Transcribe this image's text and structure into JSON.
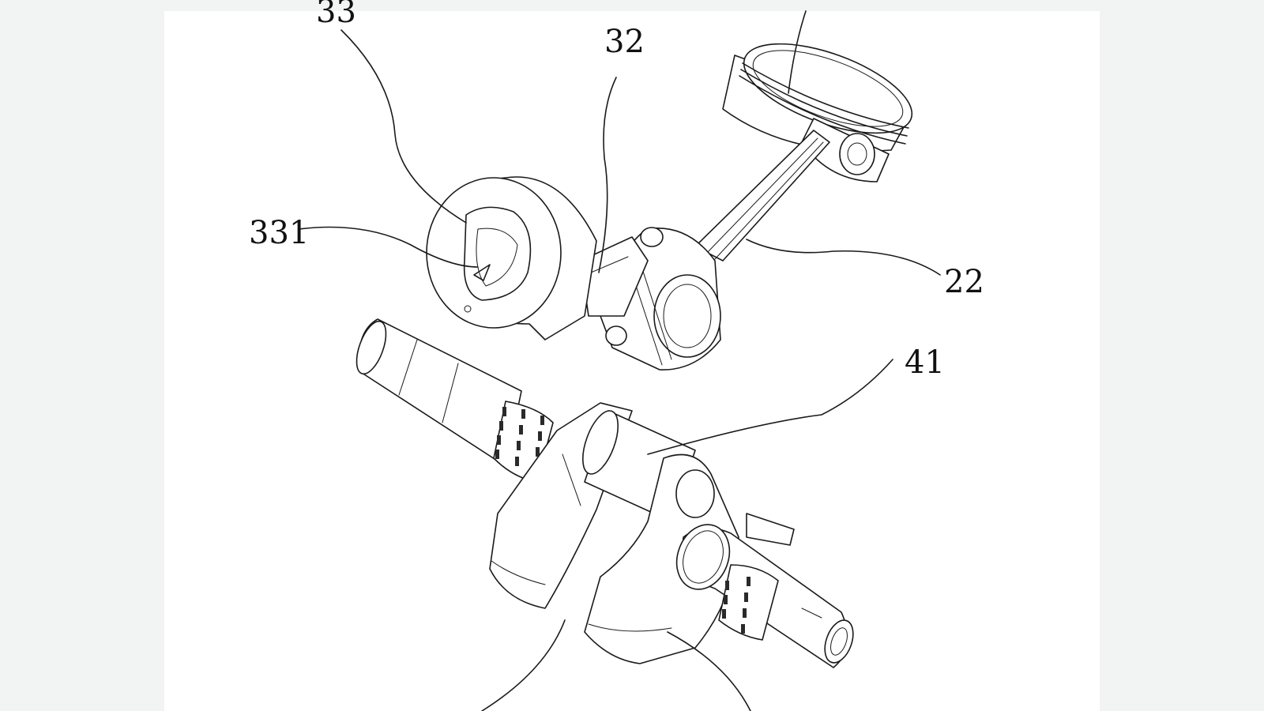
{
  "labels": {
    "l33": "33",
    "l32": "32",
    "l331": "331",
    "l22": "22",
    "l41": "41"
  },
  "colors": {
    "sheet": "#ffffff",
    "background": "#f2f4f3",
    "ink": "#1a1a1a"
  }
}
